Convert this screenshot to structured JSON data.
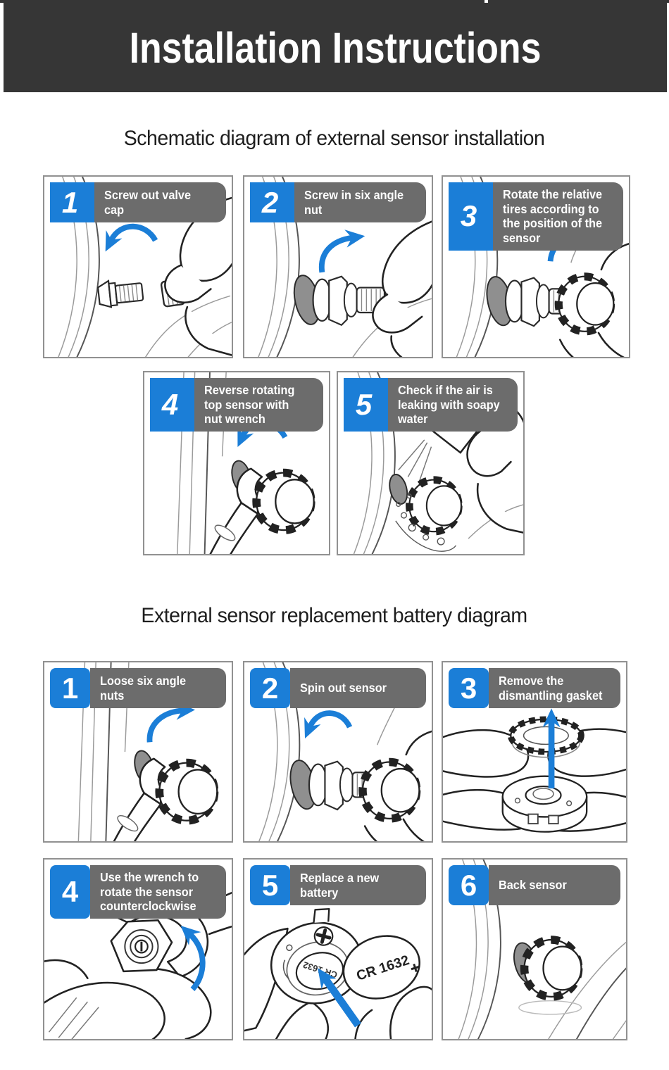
{
  "header": {
    "title": "Installation Instructions"
  },
  "sections": [
    {
      "title": "Schematic diagram of external sensor installation",
      "steps": [
        {
          "number": "1",
          "label": "Screw out valve cap"
        },
        {
          "number": "2",
          "label": "Screw in six angle nut"
        },
        {
          "number": "3",
          "label": "Rotate the relative tires according to the position of the sensor"
        },
        {
          "number": "4",
          "label": "Reverse rotating top sensor with nut wrench"
        },
        {
          "number": "5",
          "label": "Check if the air is leaking with soapy water"
        }
      ]
    },
    {
      "title": "External sensor replacement battery diagram",
      "steps": [
        {
          "number": "1",
          "label": "Loose six angle nuts"
        },
        {
          "number": "2",
          "label": "Spin out sensor"
        },
        {
          "number": "3",
          "label": "Remove the dismantling gasket"
        },
        {
          "number": "4",
          "label": "Use the wrench to rotate the sensor counterclockwise"
        },
        {
          "number": "5",
          "label": "Replace a new battery"
        },
        {
          "number": "6",
          "label": "Back sensor"
        }
      ]
    }
  ],
  "battery": {
    "model": "CR 1632"
  },
  "colors": {
    "banner_dark": "#363636",
    "accent_blue": "#1b7ed7",
    "label_gray": "#6c6c6c",
    "line_dark": "#222222",
    "gasket_gray": "#8f8f8f"
  }
}
